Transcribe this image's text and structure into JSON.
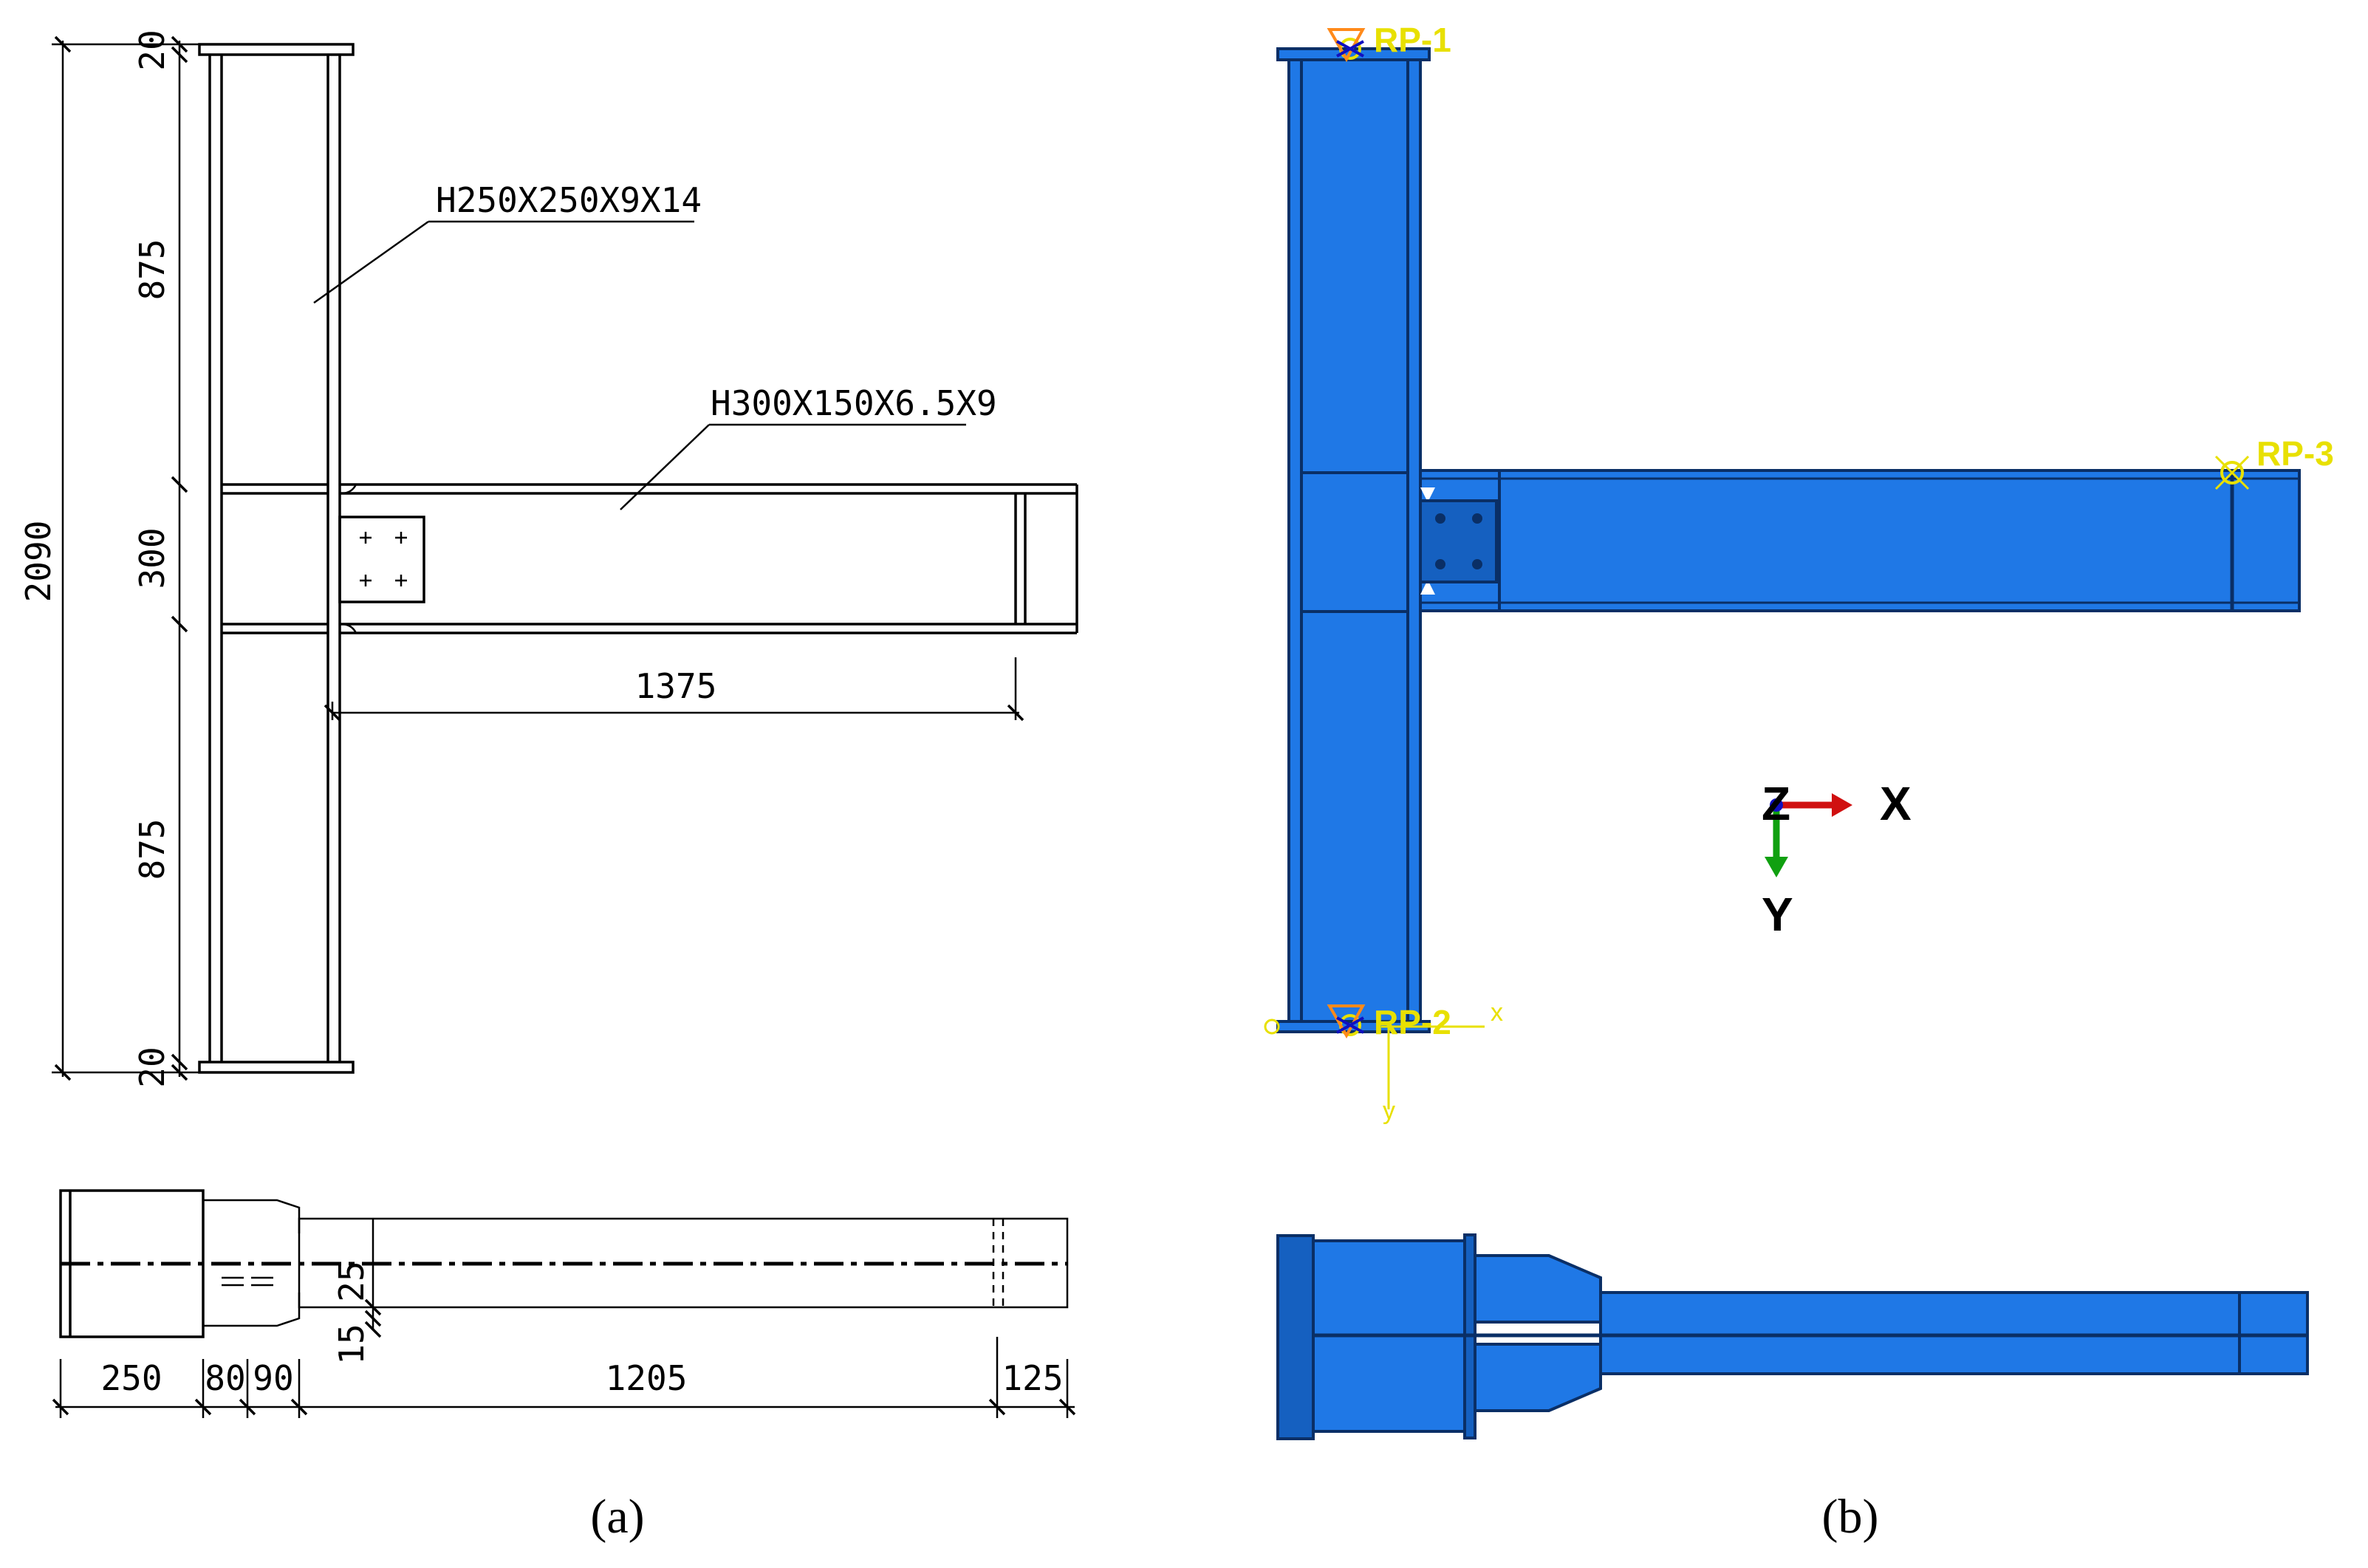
{
  "panel_a": {
    "caption": "(a)",
    "column_label": "H250X250X9X14",
    "beam_label": "H300X150X6.5X9",
    "dims_vertical": {
      "total": "2090",
      "top_plate": "20",
      "upper": "875",
      "beam_depth": "300",
      "lower": "875",
      "bottom_plate": "20"
    },
    "dim_beam_length": "1375",
    "dims_bottom": {
      "d1": "250",
      "d2": "80",
      "d3": "90",
      "d4": "1205",
      "d5": "125",
      "d6": "25",
      "d7": "15"
    }
  },
  "panel_b": {
    "caption": "(b)",
    "rp1": "RP-1",
    "rp2": "RP-2",
    "rp3": "RP-3",
    "axis_z": "Z",
    "axis_x": "X",
    "axis_y": "Y",
    "small_x": "x",
    "small_y": "y",
    "colors": {
      "steel": "#1f78e6",
      "rp": "#e8e000",
      "x_axis": "#d01010",
      "y_axis": "#10a010",
      "z_axis": "#1010c0"
    }
  }
}
